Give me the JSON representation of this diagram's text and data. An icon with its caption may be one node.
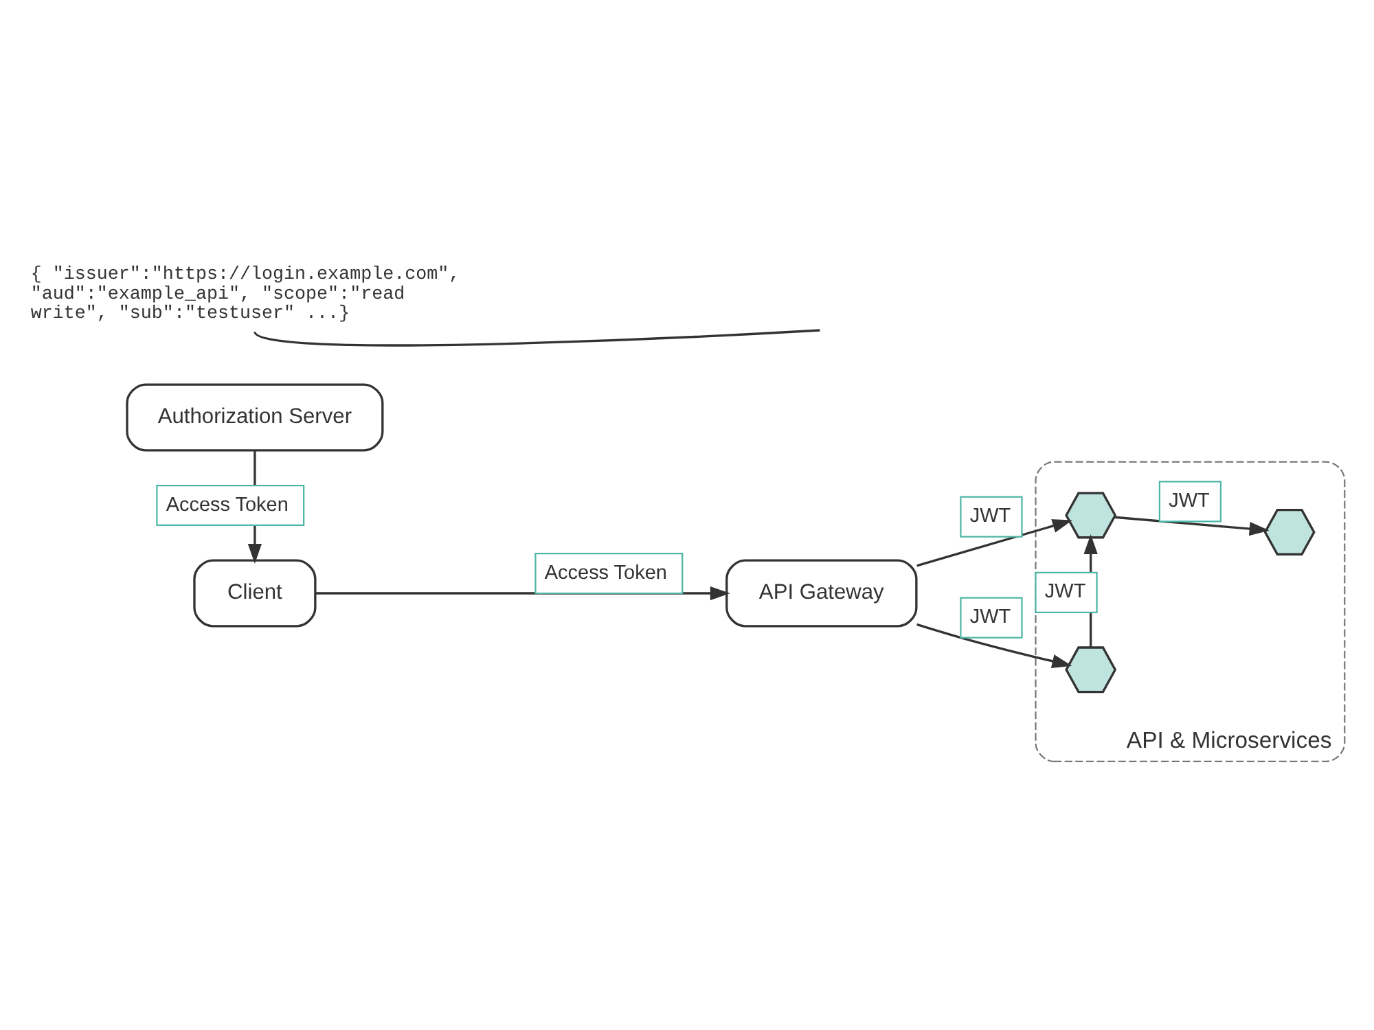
{
  "diagram": {
    "nodes": [
      {
        "text": [
          "Authorization Server"
        ]
      },
      {
        "text": [
          "Client"
        ]
      },
      {
        "text": [
          "API Gateway"
        ]
      },
      {
        "text": [
          "API & Microservices"
        ]
      },
      {
        "text": [],
        "shape": "hexagon",
        "in": 3
      },
      {
        "text": [],
        "shape": "hexagon",
        "in": 3
      },
      {
        "text": [],
        "shape": "hexagon",
        "in": 3
      },
      {
        "text": [
          "{ \"issuer\":\"https://login.example.com\", \"aud\":\"example_api\", \"scope\":\"read write\", \"sub\":\"testuser\" ...}"
        ]
      }
    ],
    "edges": [
      {
        "from": 0,
        "to": 1,
        "arrow": "to",
        "label": "Access Token"
      },
      {
        "from": 1,
        "to": 2,
        "arrow": "to",
        "label": "Access Token"
      },
      {
        "from": 2,
        "to": 4,
        "arrow": "to",
        "label": "JWT"
      },
      {
        "from": 2,
        "to": 5,
        "arrow": "to",
        "label": "JWT"
      },
      {
        "from": 5,
        "to": 4,
        "arrow": "to",
        "label": "JWT"
      },
      {
        "from": 4,
        "to": 6,
        "arrow": "to",
        "label": "JWT"
      },
      {
        "from": 7,
        "to": null,
        "arrow": "none"
      }
    ]
  }
}
